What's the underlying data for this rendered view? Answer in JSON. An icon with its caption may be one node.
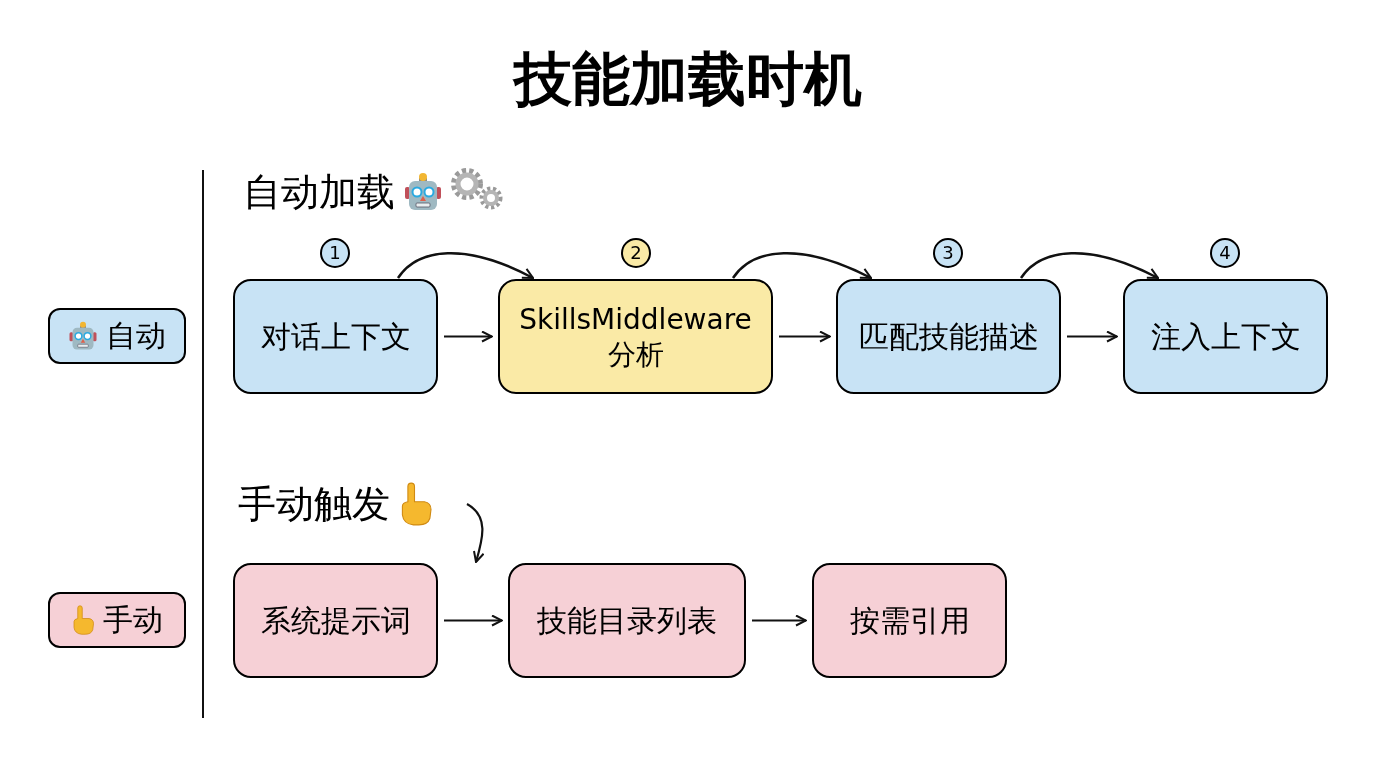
{
  "diagram": {
    "title": "技能加载时机",
    "nodes": [
      {
        "text": [
          "自动"
        ]
      },
      {
        "text": [
          "1"
        ]
      },
      {
        "text": [
          "2"
        ]
      },
      {
        "text": [
          "3"
        ]
      },
      {
        "text": [
          "4"
        ]
      },
      {
        "text": [
          "对话上下文"
        ]
      },
      {
        "text": [
          "SkillsMiddleware 分析"
        ]
      },
      {
        "text": [
          "匹配技能描述"
        ]
      },
      {
        "text": [
          "注入上下文"
        ]
      },
      {
        "text": [
          "手动触发"
        ]
      },
      {
        "text": [
          "手动"
        ]
      },
      {
        "text": [
          "系统提示词"
        ]
      },
      {
        "text": [
          "技能目录列表"
        ]
      },
      {
        "text": [
          "按需引用"
        ]
      }
    ],
    "edges": [
      {
        "from": 5,
        "to": 6,
        "arrow": "to"
      },
      {
        "from": 6,
        "to": 7,
        "arrow": "to"
      },
      {
        "from": 7,
        "to": 8,
        "arrow": "to"
      },
      {
        "from": 5,
        "to": 6,
        "arrow": "to"
      },
      {
        "from": 6,
        "to": 7,
        "arrow": "to"
      },
      {
        "from": 7,
        "to": 8,
        "arrow": "to"
      },
      {
        "from": 9,
        "to": 12,
        "arrow": "to"
      },
      {
        "from": 11,
        "to": 12,
        "arrow": "to"
      },
      {
        "from": 12,
        "to": 13,
        "arrow": "to"
      }
    ],
    "labels": [
      "自动加载"
    ]
  }
}
